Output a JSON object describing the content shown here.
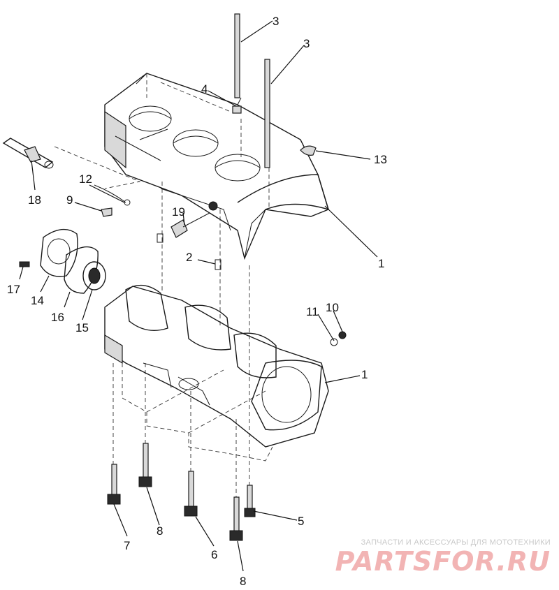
{
  "callouts": [
    "1",
    "1",
    "2",
    "3",
    "3",
    "4",
    "5",
    "6",
    "7",
    "8",
    "8",
    "9",
    "10",
    "11",
    "12",
    "13",
    "14",
    "15",
    "16",
    "17",
    "18",
    "19"
  ],
  "watermark": {
    "caption": "ЗАПЧАСТИ И АКСЕССУАРЫ ДЛЯ МОТОТЕХНИКИ",
    "logo": "PARTSFOR.RU"
  }
}
